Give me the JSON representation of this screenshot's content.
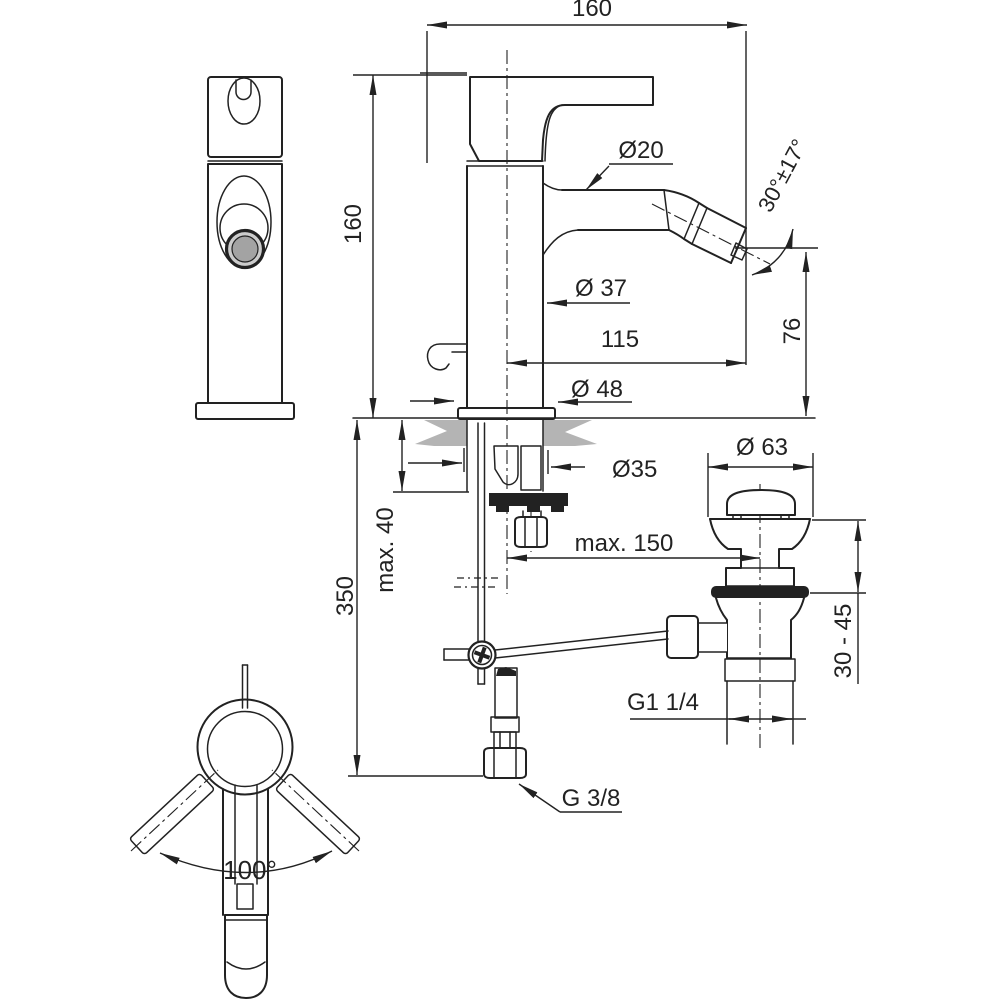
{
  "drawing": {
    "kind": "faucet-installation-dimension-drawing",
    "views": [
      "front-view",
      "side-section-view",
      "drain-assembly",
      "top-view"
    ]
  },
  "labels": {
    "width_overall": "160",
    "height_body": "160",
    "spout_dia": "Ø20",
    "spout_angle": "30°±17°",
    "body_dia": "Ø 37",
    "spout_reach": "115",
    "outlet_height": "76",
    "base_dia": "Ø 48",
    "hole_dia": "Ø35",
    "deck_thickness": "max. 40",
    "hose_length": "350",
    "rod_length": "max. 150",
    "waste_cap_dia": "Ø 63",
    "waste_range": "30 - 45",
    "waste_thread": "G1 1/4",
    "hose_thread": "G 3/8",
    "swivel_angle": "100°"
  },
  "colors": {
    "line": "#222222",
    "deck": "#b4b4b4",
    "aerator_ring": "#cccccc",
    "aerator_core": "#a3a3a3"
  }
}
